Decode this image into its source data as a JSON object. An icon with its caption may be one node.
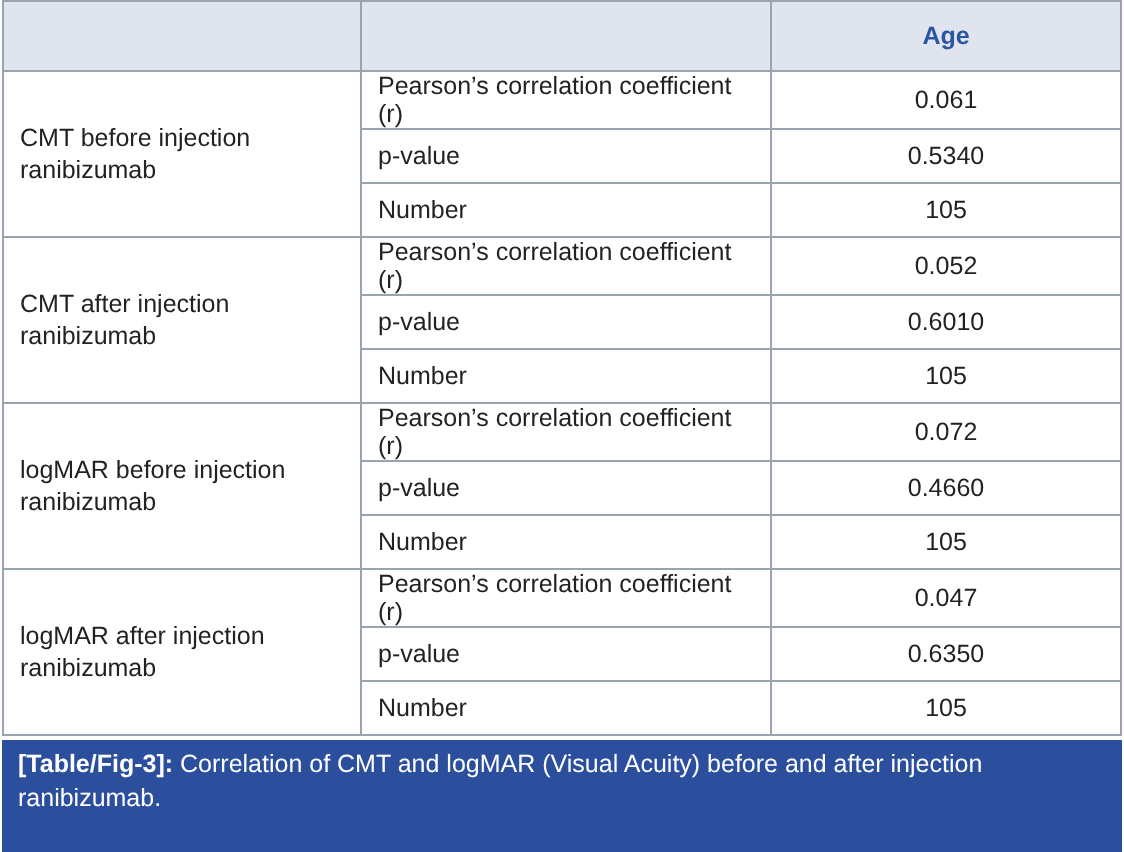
{
  "diagram": {
    "caption": "**[Table/Fig-3]:** Correlation of CMT and logMAR (Visual Acuity) before and after injection ranibizumab.",
    "labels": [
      "Age",
      "CMT before injection ranibizumab",
      "Pearson’s correlation coefficient (r)",
      "0.061",
      "p-value",
      "0.5340",
      "Number",
      "105",
      "CMT after injection ranibizumab",
      "Pearson’s correlation coefficient (r)",
      "0.052",
      "p-value",
      "0.6010",
      "Number",
      "105",
      "logMAR before injection ranibizumab",
      "Pearson’s correlation coefficient (r)",
      "0.072",
      "p-value",
      "0.4660",
      "Number",
      "105",
      "logMAR after injection ranibizumab",
      "Pearson’s correlation coefficient (r)",
      "0.047",
      "p-value",
      "0.6350",
      "Number",
      "105"
    ]
  }
}
